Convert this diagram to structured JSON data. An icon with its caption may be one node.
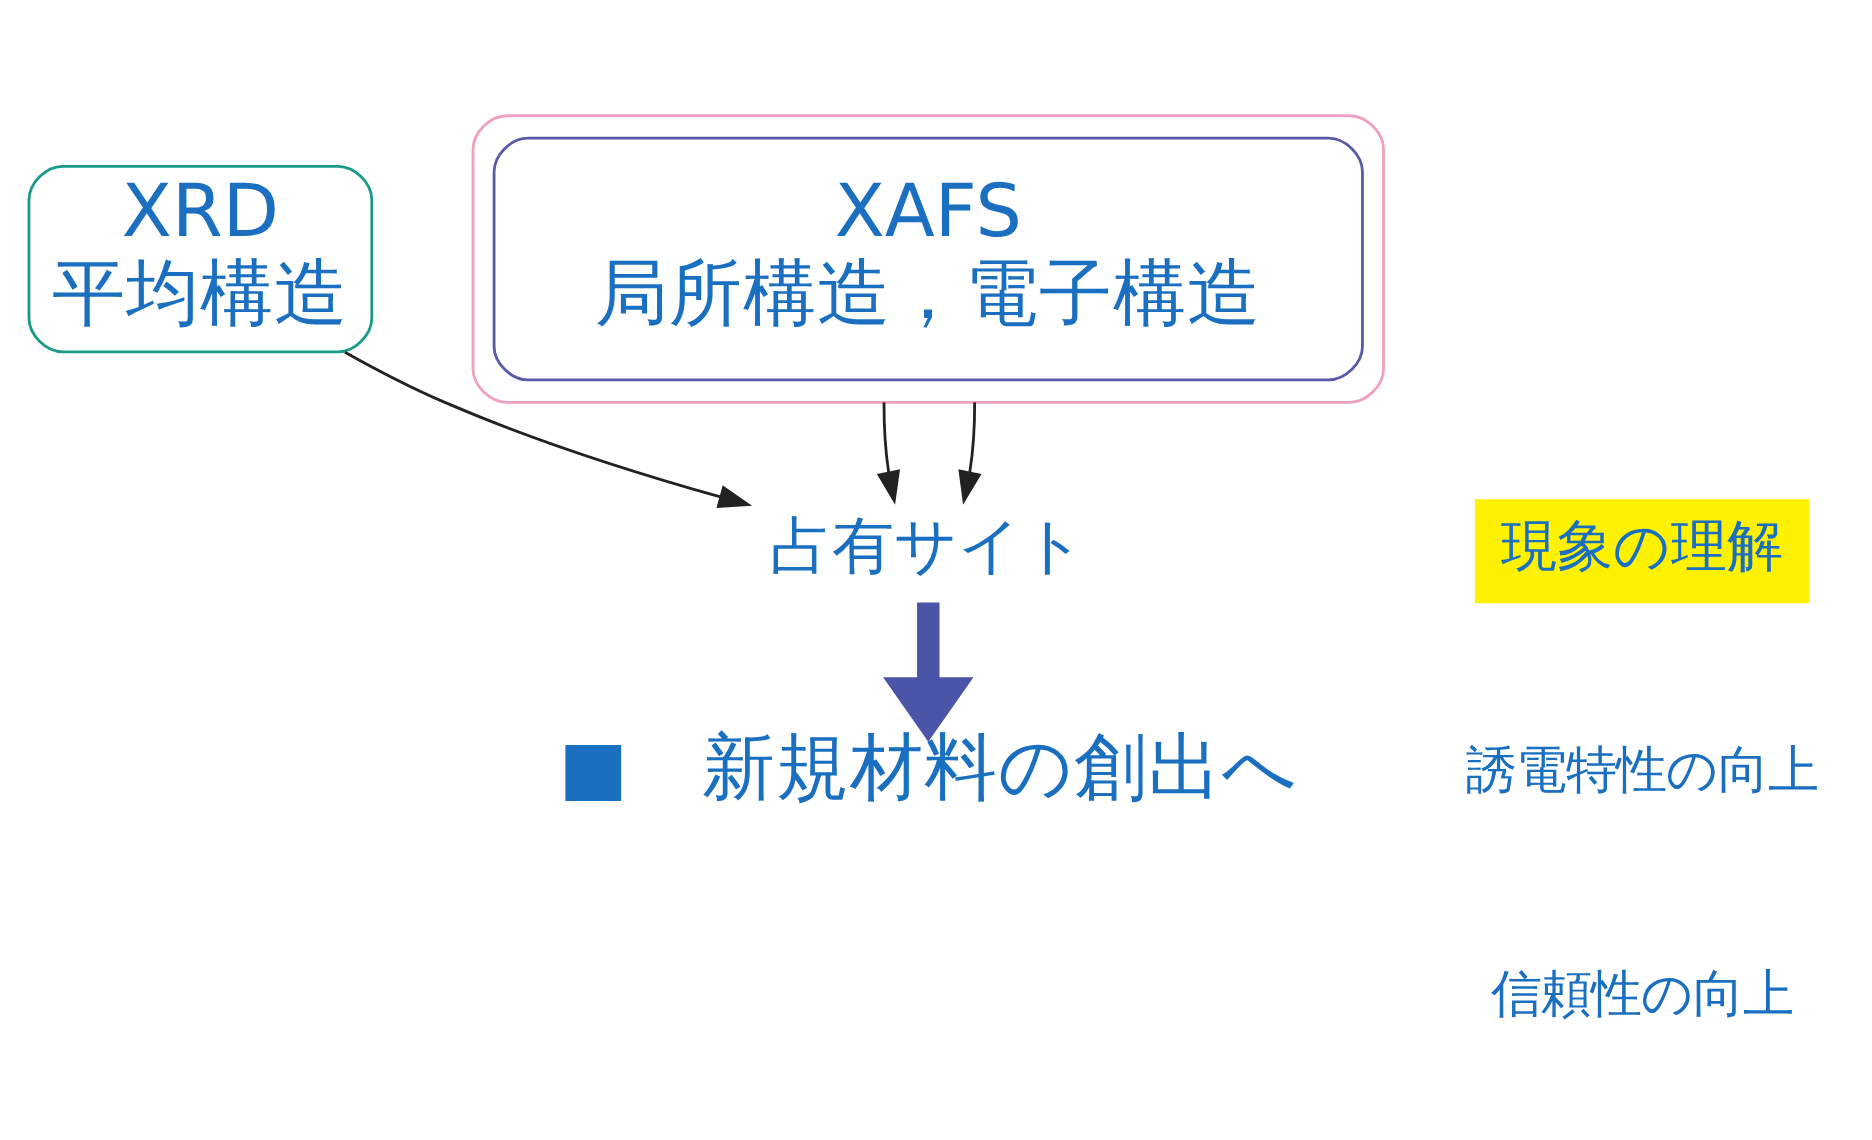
{
  "diagram": {
    "nodes": [
      {
        "text": [
          "XRD",
          "平均構造"
        ]
      },
      {
        "text": [],
        "shape": "box"
      },
      {
        "text": [
          "XAFS",
          "局所構造，電子構造"
        ],
        "in": 1
      },
      {
        "text": [
          "占有サイト"
        ]
      },
      {
        "text": [
          "現象の理解"
        ]
      },
      {
        "text": [
          "■　新規材料の創出へ"
        ]
      }
    ],
    "edges": [
      {
        "from": 0,
        "to": 3,
        "arrow": "to"
      },
      {
        "from": 1,
        "to": 3,
        "arrow": "to"
      },
      {
        "from": 1,
        "to": 3,
        "arrow": "to"
      },
      {
        "from": 3,
        "to": 5,
        "arrow": "to",
        "style": "thick",
        "color": "#4a55a8"
      }
    ],
    "labels": [
      "誘電特性の向上",
      "信頼性の向上"
    ]
  }
}
